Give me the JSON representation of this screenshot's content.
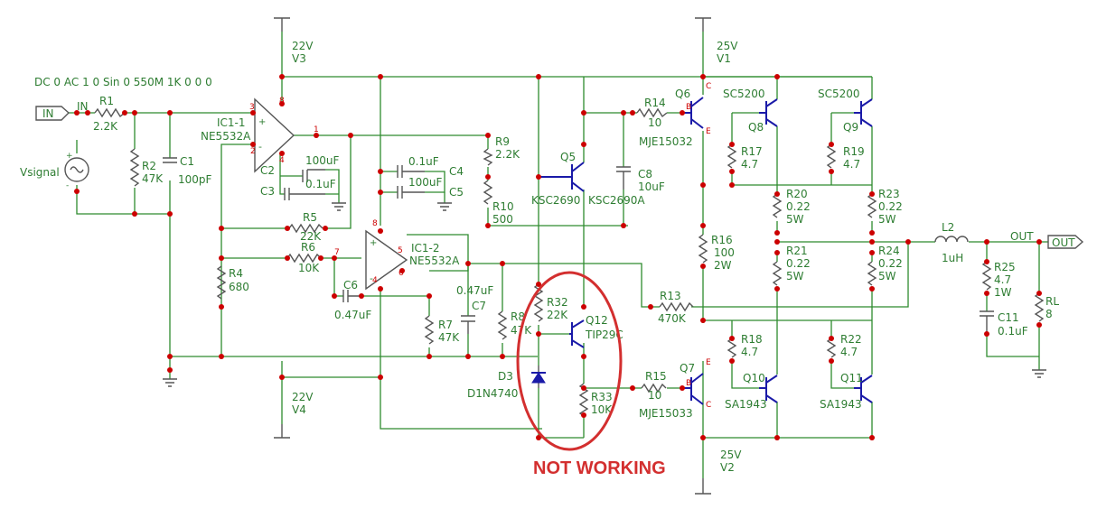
{
  "source": {
    "spec": "DC 0 AC 1 0 Sin 0 550M 1K 0 0 0",
    "name": "Vsignal"
  },
  "ports": {
    "in": "IN",
    "in_net": "IN",
    "out": "OUT",
    "out_net": "OUT"
  },
  "supplies": [
    {
      "id": "V3",
      "value": "22V"
    },
    {
      "id": "V4",
      "value": "22V"
    },
    {
      "id": "V1",
      "value": "25V"
    },
    {
      "id": "V2",
      "value": "25V"
    }
  ],
  "opamps": [
    {
      "id": "IC1-1",
      "part": "NE5532A"
    },
    {
      "id": "IC1-2",
      "part": "NE5532A"
    }
  ],
  "pins": {
    "p3": "3",
    "p8a": "8",
    "p1": "1",
    "p2": "2",
    "p4a": "4",
    "p8b": "8",
    "p7": "7",
    "p4b": "4",
    "p6": "6",
    "p5": "5"
  },
  "resistors": {
    "R1": "2.2K",
    "R2": "47K",
    "R4": "680",
    "R5": "22K",
    "R6": "10K",
    "R7": "47K",
    "R8": "47K",
    "R9": "2.2K",
    "R10": "500",
    "R13": "470K",
    "R14": "10",
    "R15": "10",
    "R16": "100",
    "R16b": "2W",
    "R17": "4.7",
    "R18": "4.7",
    "R19": "4.7",
    "R20": "0.22",
    "R20b": "5W",
    "R21": "0.22",
    "R21b": "5W",
    "R22": "4.7",
    "R23": "0.22",
    "R23b": "5W",
    "R24": "0.22",
    "R24b": "5W",
    "R25": "4.7",
    "R25b": "1W",
    "RL": "8",
    "R32": "22K",
    "R33": "10K"
  },
  "capacitors": {
    "C1": "100pF",
    "C2": "100uF",
    "C3": "0.1uF",
    "C4": "0.1uF",
    "C5": "100uF",
    "C6": "0.47uF",
    "C7": "0.47uF",
    "C8": "10uF",
    "C11": "0.1uF"
  },
  "inductor": {
    "id": "L2",
    "value": "1uH"
  },
  "diode": {
    "id": "D3",
    "part": "D1N4740"
  },
  "transistors": {
    "Q5": "KSC2690",
    "Q5_alt": "KSC2690A",
    "Q6": "MJE15032",
    "Q7": "MJE15033",
    "Q8": "SC5200",
    "Q9": "SC5200",
    "Q10": "SA1943",
    "Q11": "SA1943",
    "Q12": "TIP29C"
  },
  "annotation": "NOT WORKING",
  "colors": {
    "wire": "#2e8b2e",
    "label": "#2e7d32",
    "node": "#cc0000",
    "symbol": "#1a1aa8",
    "note": "#d32f2f"
  }
}
